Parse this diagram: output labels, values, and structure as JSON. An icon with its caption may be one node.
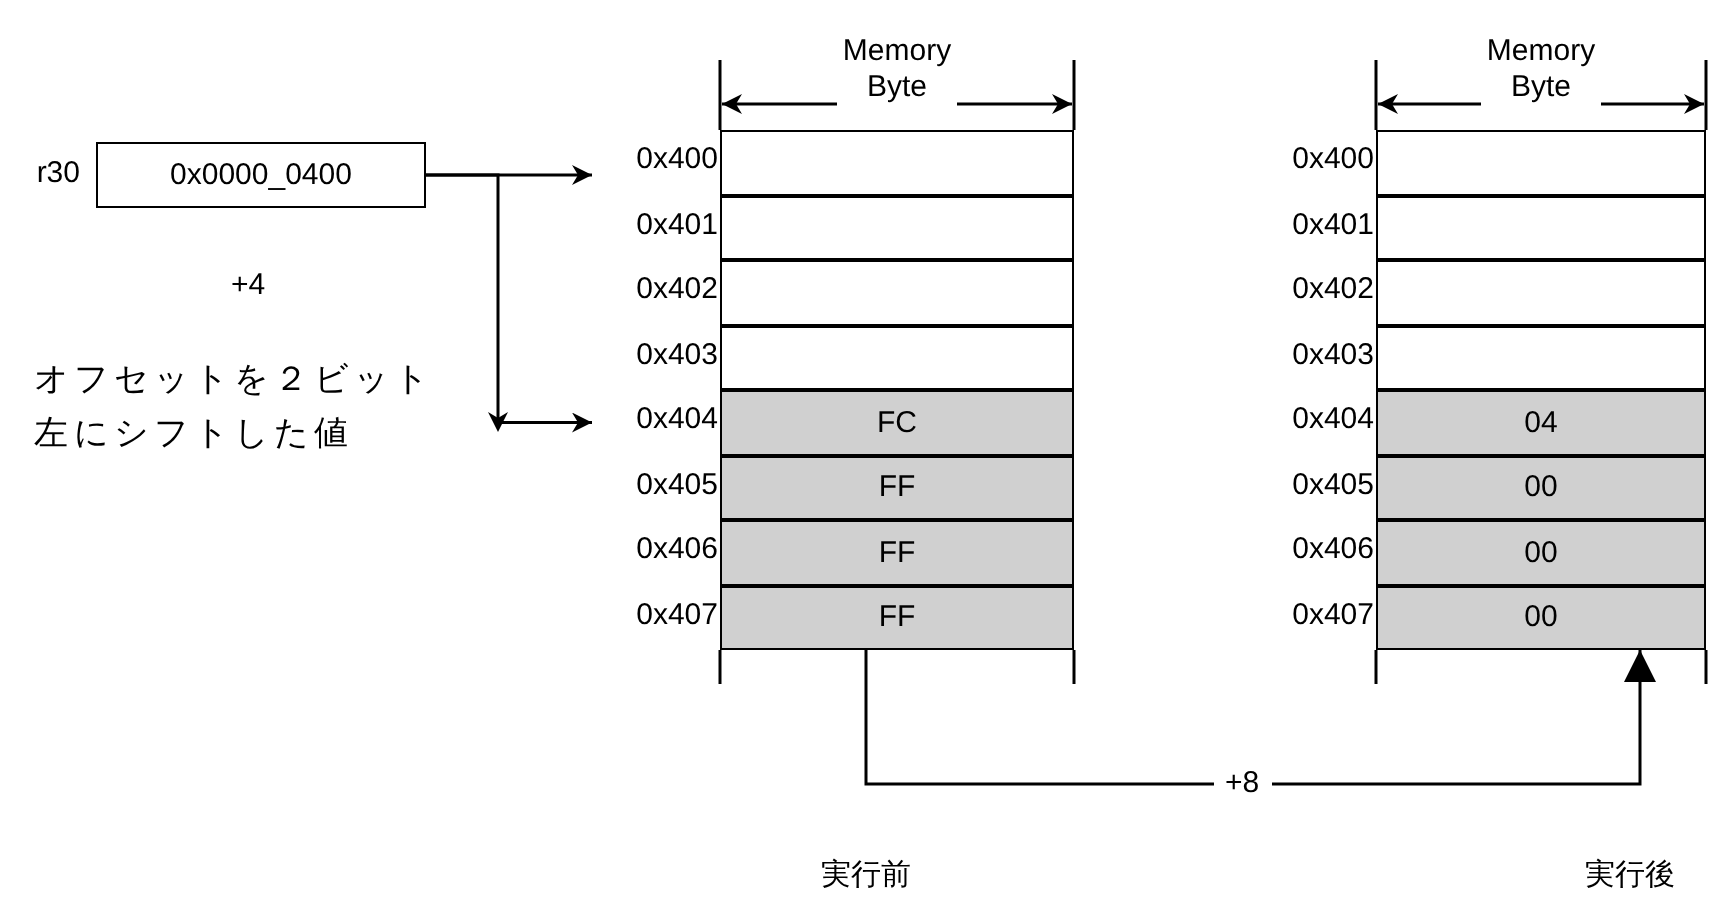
{
  "diagram": {
    "nodes": [
      {
        "text": [
          "0x0000_0400"
        ],
        "beside": [
          "r30"
        ]
      },
      {
        "text": [],
        "shape": "box",
        "beside": [
          "0x400"
        ]
      },
      {
        "text": [],
        "shape": "box",
        "beside": [
          "0x401"
        ]
      },
      {
        "text": [],
        "shape": "box",
        "beside": [
          "0x402"
        ]
      },
      {
        "text": [],
        "shape": "box",
        "beside": [
          "0x403"
        ]
      },
      {
        "text": [
          "FC"
        ],
        "beside": [
          "0x404"
        ]
      },
      {
        "text": [
          "FF"
        ],
        "beside": [
          "0x405"
        ]
      },
      {
        "text": [
          "FF"
        ],
        "beside": [
          "0x406"
        ]
      },
      {
        "text": [
          "FF"
        ],
        "beside": [
          "0x407"
        ]
      },
      {
        "text": [],
        "shape": "box",
        "beside": [
          "0x400"
        ]
      },
      {
        "text": [],
        "shape": "box",
        "beside": [
          "0x401"
        ]
      },
      {
        "text": [],
        "shape": "box",
        "beside": [
          "0x402"
        ]
      },
      {
        "text": [],
        "shape": "box",
        "beside": [
          "0x403"
        ]
      },
      {
        "text": [
          "04"
        ],
        "beside": [
          "0x404"
        ]
      },
      {
        "text": [
          "00"
        ],
        "beside": [
          "0x405"
        ]
      },
      {
        "text": [
          "00"
        ],
        "beside": [
          "0x406"
        ]
      },
      {
        "text": [
          "00"
        ],
        "beside": [
          "0x407"
        ]
      }
    ],
    "edges": [
      {
        "from": 0,
        "to": 1,
        "arrow": "to"
      },
      {
        "from": 0,
        "to": 5,
        "arrow": "to"
      },
      {
        "from": 8,
        "to": 16,
        "arrow": "to",
        "label": "+8"
      }
    ],
    "labels": [
      "Memory Byte",
      "Memory Byte",
      "+4",
      "オフセットを２ビット左にシフトした値",
      "実行前",
      "実行後"
    ]
  }
}
